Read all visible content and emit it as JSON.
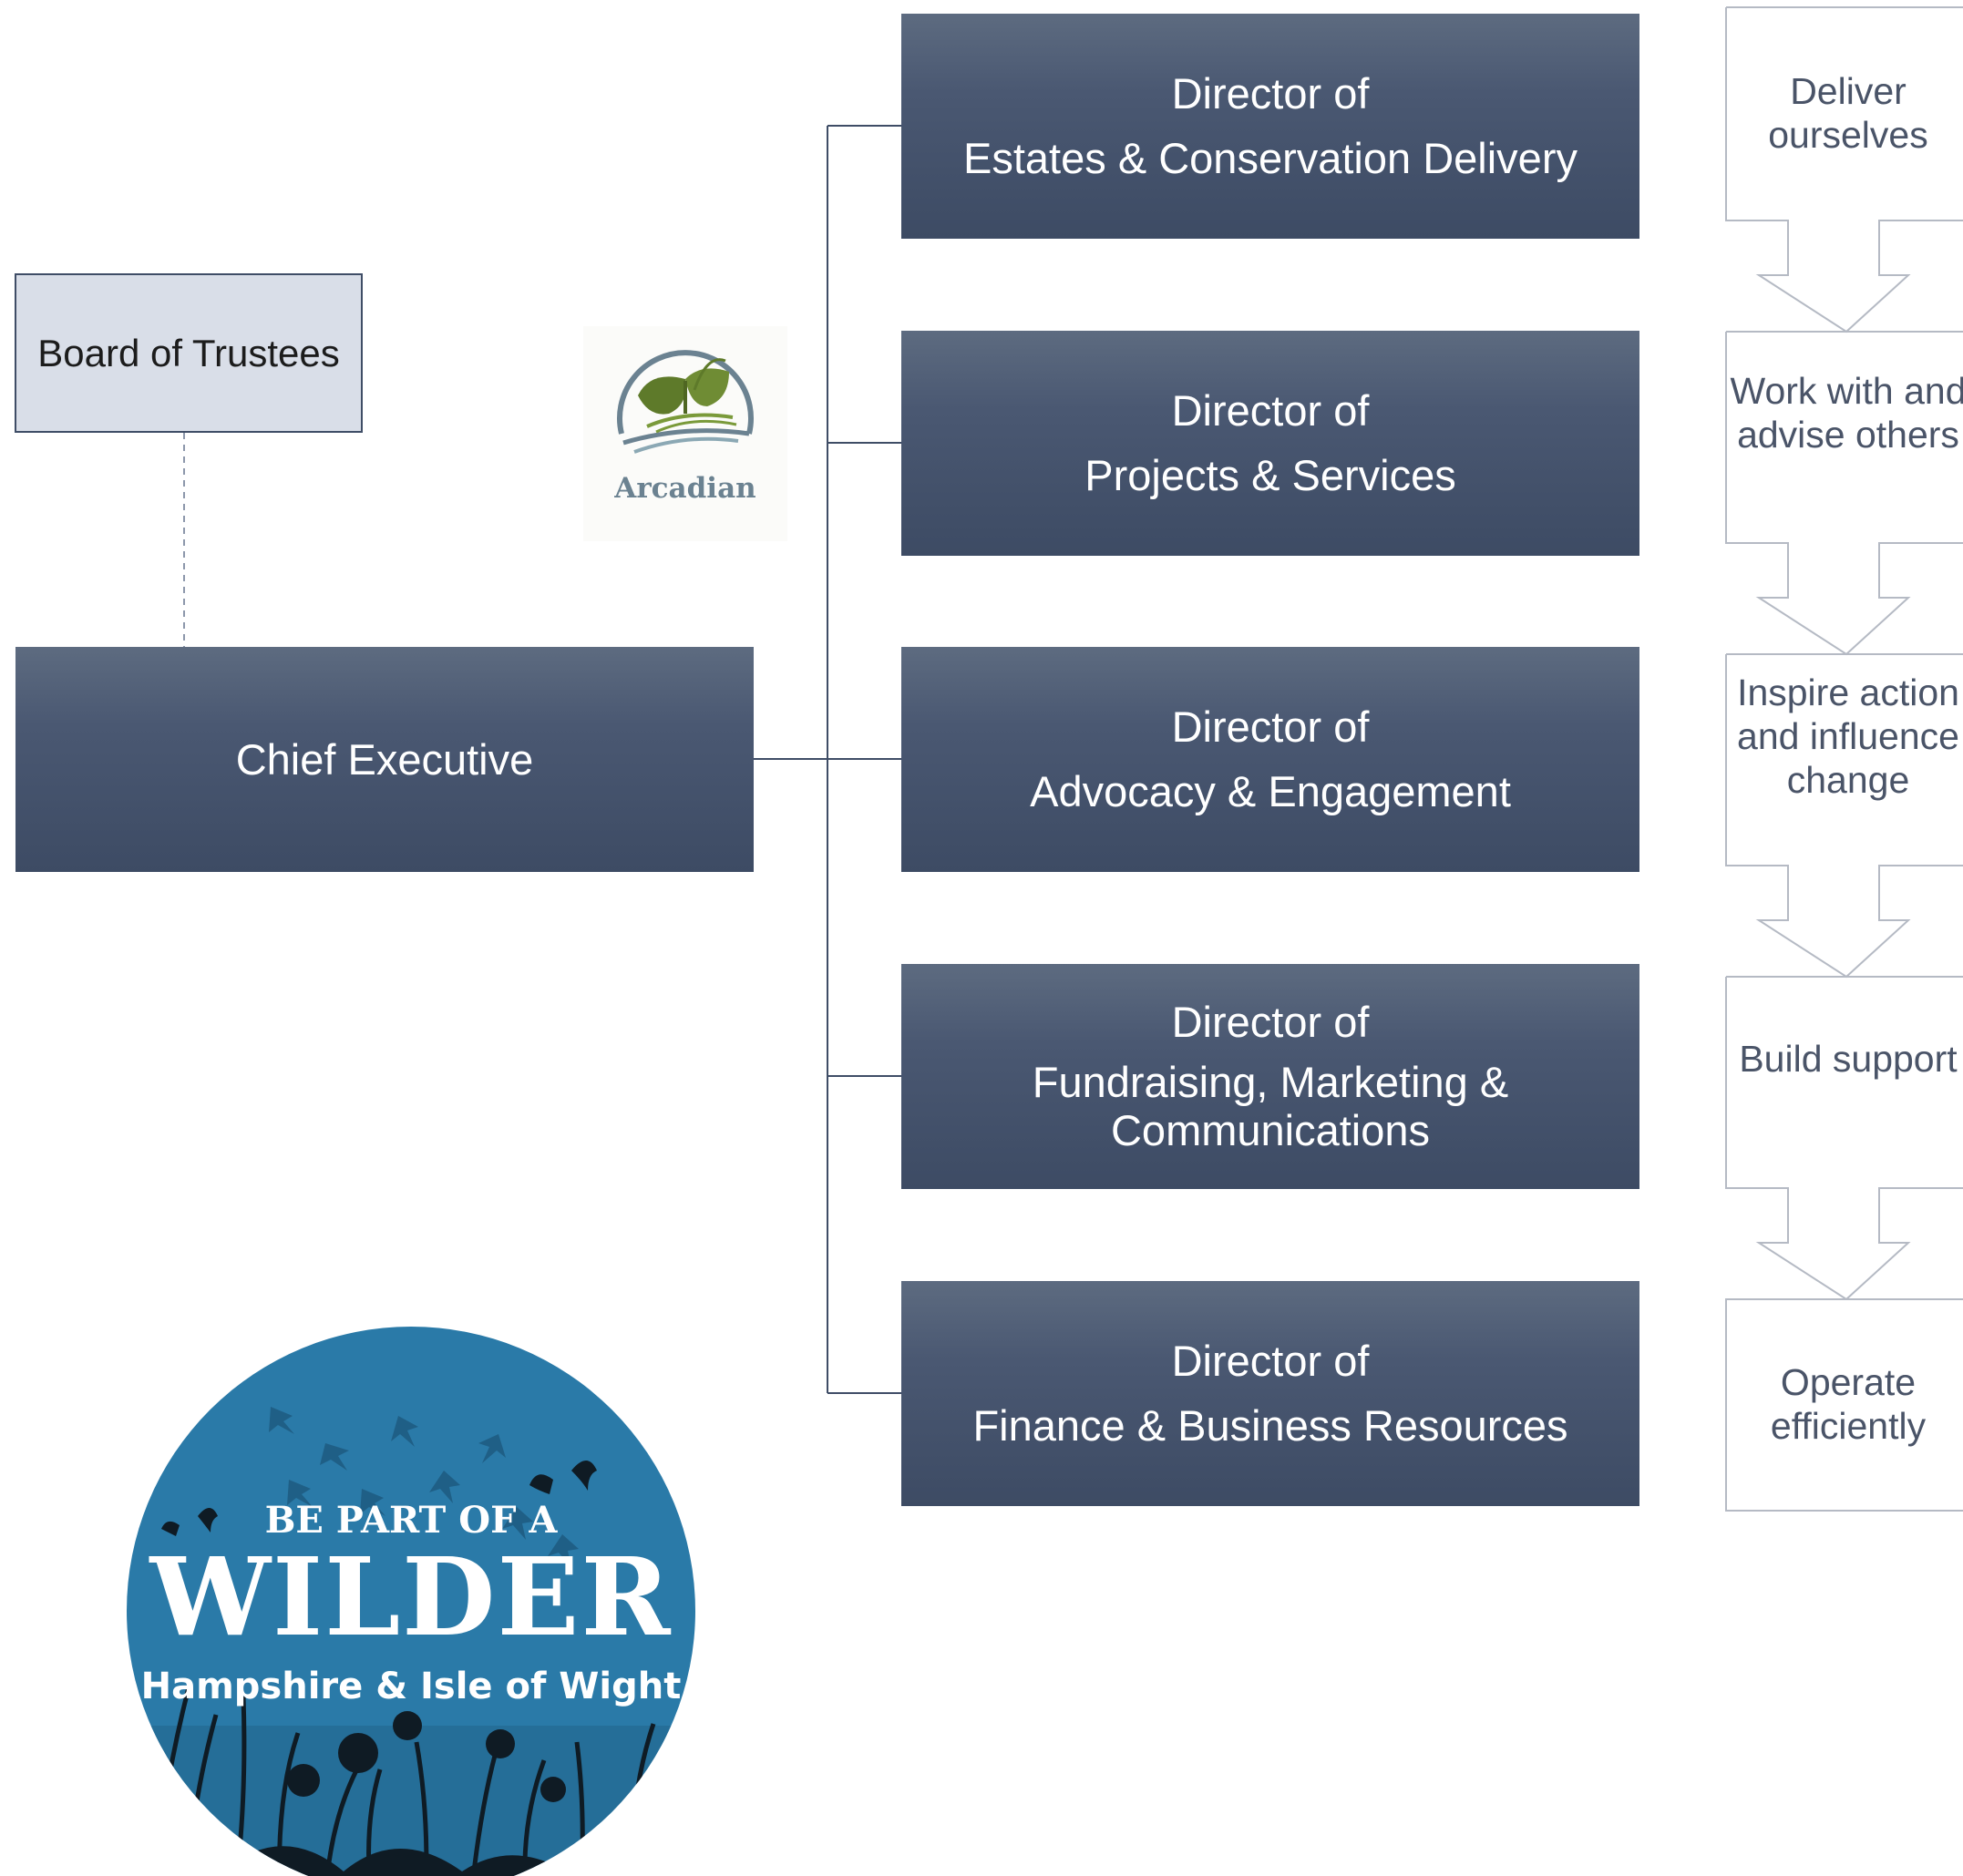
{
  "board": {
    "label": "Board of Trustees"
  },
  "ceo": {
    "label": "Chief Executive"
  },
  "directors": [
    {
      "title": "Director of",
      "name": "Estates & Conservation Delivery"
    },
    {
      "title": "Director of",
      "name": "Projects & Services"
    },
    {
      "title": "Director of",
      "name": "Advocacy & Engagement"
    },
    {
      "title": "Director of",
      "name": "Fundraising, Marketing & Communications"
    },
    {
      "title": "Director of",
      "name": "Finance & Business Resources"
    }
  ],
  "steps": [
    {
      "label": "Deliver ourselves"
    },
    {
      "label": "Work with and advise others"
    },
    {
      "label": "Inspire action and influence change"
    },
    {
      "label": "Build support"
    },
    {
      "label": "Operate efficiently"
    }
  ],
  "logos": {
    "arcadian": {
      "wordmark": "Arcadian",
      "icon": "leaf-icon"
    },
    "wilder": {
      "line1": "BE PART OF A",
      "line2": "WILDER",
      "line3": "Hampshire & Isle of Wight"
    }
  },
  "colors": {
    "director_box": "#46546d",
    "board_box": "#d9dee8",
    "board_border": "#3f4d66",
    "step_text": "#4a5468",
    "wilder_blue": "#2a7aa8"
  }
}
